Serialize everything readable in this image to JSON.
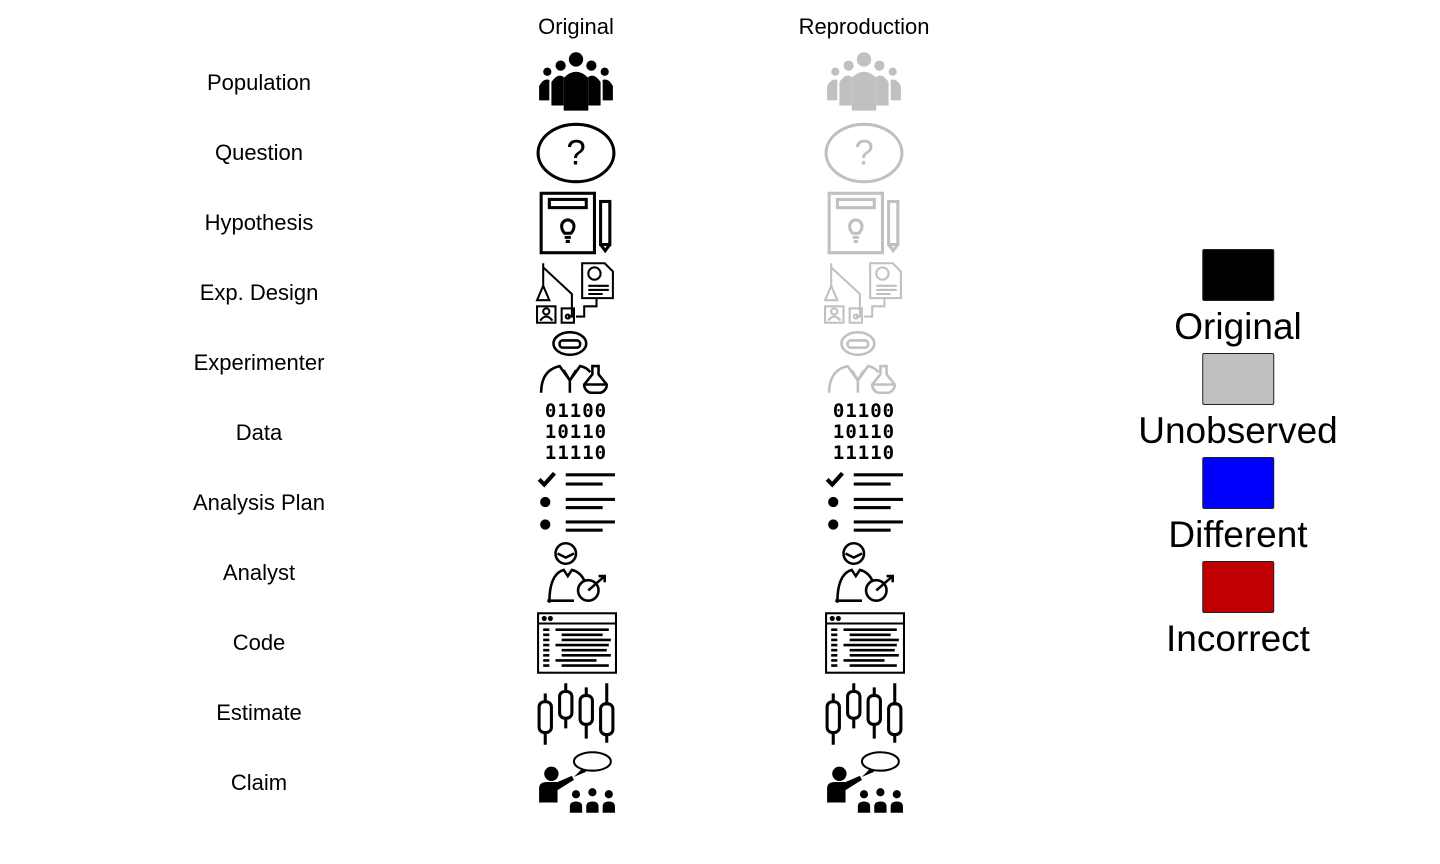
{
  "headers": {
    "original": "Original",
    "reproduction": "Reproduction"
  },
  "colors": {
    "Original": "#000000",
    "Unobserved": "#c0c0c0",
    "Different": "#0000ff",
    "Incorrect": "#c00000"
  },
  "rows": [
    {
      "label": "Population",
      "icon": "population-icon",
      "original": "Original",
      "reproduction": "Unobserved"
    },
    {
      "label": "Question",
      "icon": "question-icon",
      "original": "Original",
      "reproduction": "Unobserved"
    },
    {
      "label": "Hypothesis",
      "icon": "hypothesis-icon",
      "original": "Original",
      "reproduction": "Unobserved"
    },
    {
      "label": "Exp. Design",
      "icon": "experiment-design-icon",
      "original": "Original",
      "reproduction": "Unobserved"
    },
    {
      "label": "Experimenter",
      "icon": "experimenter-icon",
      "original": "Original",
      "reproduction": "Unobserved"
    },
    {
      "label": "Data",
      "icon": "binary-data-icon",
      "original": "Original",
      "reproduction": "Original",
      "binary": [
        "01100",
        "10110",
        "11110"
      ]
    },
    {
      "label": "Analysis Plan",
      "icon": "checklist-icon",
      "original": "Original",
      "reproduction": "Original"
    },
    {
      "label": "Analyst",
      "icon": "analyst-icon",
      "original": "Original",
      "reproduction": "Original"
    },
    {
      "label": "Code",
      "icon": "code-window-icon",
      "original": "Original",
      "reproduction": "Original"
    },
    {
      "label": "Estimate",
      "icon": "candlestick-icon",
      "original": "Original",
      "reproduction": "Original"
    },
    {
      "label": "Claim",
      "icon": "presenter-icon",
      "original": "Original",
      "reproduction": "Original"
    }
  ],
  "legend": [
    {
      "label": "Original",
      "color": "#000000"
    },
    {
      "label": "Unobserved",
      "color": "#c0c0c0"
    },
    {
      "label": "Different",
      "color": "#0000ff"
    },
    {
      "label": "Incorrect",
      "color": "#c00000"
    }
  ]
}
